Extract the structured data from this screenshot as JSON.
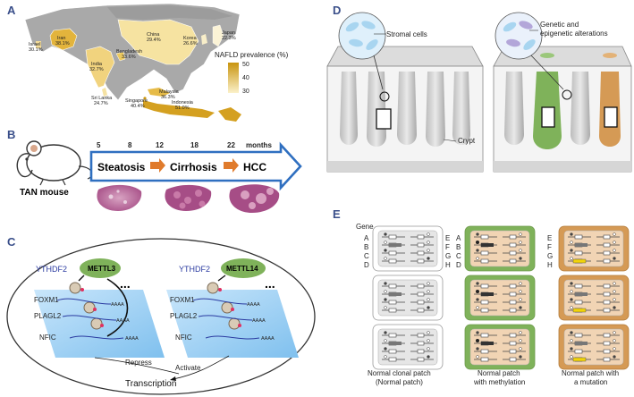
{
  "panels": {
    "a": "A",
    "b": "B",
    "c": "C",
    "d": "D",
    "e": "E"
  },
  "panelA": {
    "legend_title": "NAFLD prevalence (%)",
    "legend_ticks": [
      "50",
      "40",
      "30"
    ],
    "countries": [
      {
        "name": "Israel",
        "value": "30.1%"
      },
      {
        "name": "Iran",
        "value": "38.1%"
      },
      {
        "name": "China",
        "value": "29.4%"
      },
      {
        "name": "Korea",
        "value": "26.6%"
      },
      {
        "name": "Japan",
        "value": "22.3%"
      },
      {
        "name": "Bangladesh",
        "value": "33.6%"
      },
      {
        "name": "India",
        "value": "32.7%"
      },
      {
        "name": "Sri Lanka",
        "value": "24.7%"
      },
      {
        "name": "Singapore",
        "value": "40.4%"
      },
      {
        "name": "Malaysia",
        "value": "36.3%"
      },
      {
        "name": "Indonesia",
        "value": "51.0%"
      }
    ]
  },
  "panelB": {
    "mouse_label": "TAN mouse",
    "months": [
      "5",
      "8",
      "12",
      "18",
      "22"
    ],
    "months_unit": "months",
    "stages": [
      "Steatosis",
      "Cirrhosis",
      "HCC"
    ]
  },
  "panelC": {
    "ythdf2": "YTHDF2",
    "mettl3": "METTL3",
    "mettl14": "METTL14",
    "genes": [
      "FOXM1",
      "PLAGL2",
      "NFIC"
    ],
    "aaaa": "AAAA",
    "repress": "Repress",
    "activate": "Activate",
    "transcription": "Transcription",
    "dots": "..."
  },
  "panelD": {
    "stromal": "Stromal cells",
    "genetic_l1": "Genetic and",
    "genetic_l2": "epigenetic alterations",
    "crypt": "Crypt"
  },
  "panelE": {
    "gene_header": "Gene",
    "left_genes": [
      "A",
      "B",
      "C",
      "D"
    ],
    "right_genes": [
      "E",
      "F",
      "G",
      "H"
    ],
    "captions": [
      {
        "l1": "Normal clonal patch",
        "l2": "(Normal patch)"
      },
      {
        "l1": "Normal patch",
        "l2": "with methylation"
      },
      {
        "l1": "Normal patch with",
        "l2": "a mutation"
      }
    ]
  },
  "colors": {
    "accent_blue": "#2f6fc0",
    "green": "#7fb25a",
    "orange": "#d59a55",
    "gold": "#e1b53c",
    "panel_label": "#3a4f8a"
  }
}
